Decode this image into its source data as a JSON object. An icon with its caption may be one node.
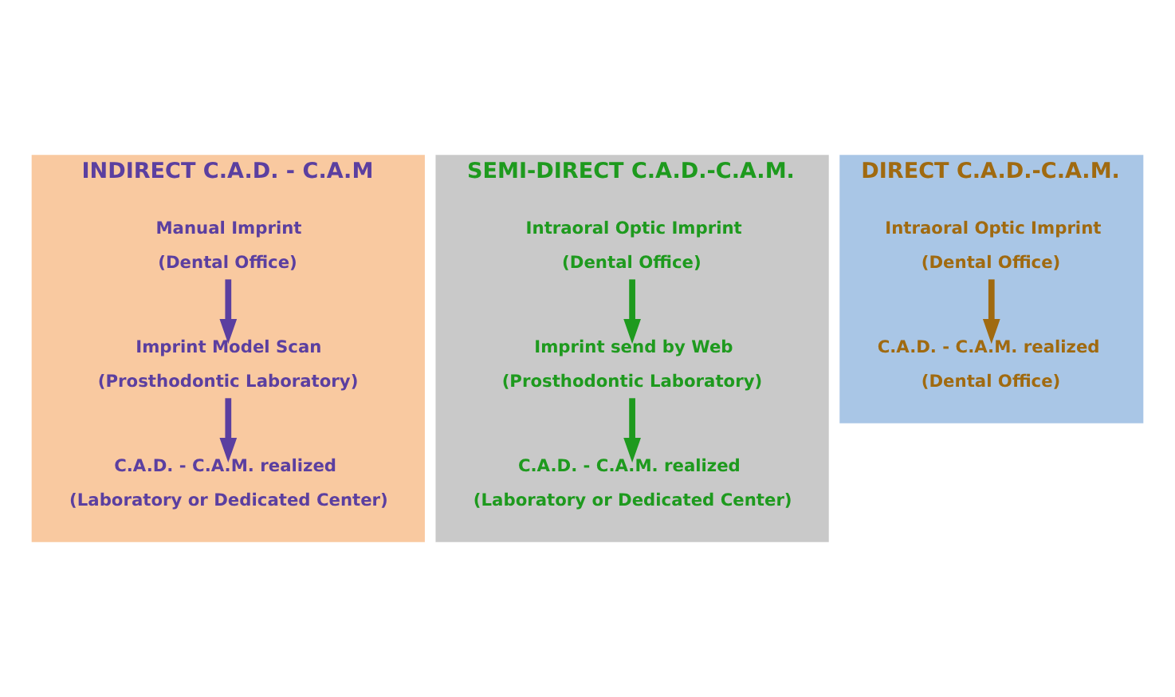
{
  "diagram": {
    "nodes": [
      {
        "text": [
          "INDIRECT C.A.D. - C.A.M"
        ]
      },
      {
        "text": [
          "Manual Imprint",
          "(Dental Office)"
        ],
        "in": 0
      },
      {
        "text": [
          "Imprint Model Scan",
          "(Prosthodontic Laboratory)"
        ],
        "in": 0
      },
      {
        "text": [
          "C.A.D. - C.A.M. realized",
          "(Laboratory or Dedicated Center)"
        ],
        "in": 0
      },
      {
        "text": [
          "SEMI-DIRECT C.A.D.-C.A.M."
        ]
      },
      {
        "text": [
          "Intraoral Optic Imprint",
          "(Dental Office)"
        ],
        "in": 4
      },
      {
        "text": [
          "Imprint send by Web",
          "(Prosthodontic Laboratory)"
        ],
        "in": 4
      },
      {
        "text": [
          "C.A.D. - C.A.M. realized",
          "(Laboratory or Dedicated Center)"
        ],
        "in": 4
      },
      {
        "text": [
          "DIRECT C.A.D.-C.A.M."
        ]
      },
      {
        "text": [
          "Intraoral Optic Imprint",
          "(Dental Office)"
        ],
        "in": 8
      },
      {
        "text": [
          "C.A.D. - C.A.M. realized",
          "(Dental Office)"
        ],
        "in": 8
      }
    ],
    "edges": [
      {
        "from": 1,
        "to": 2,
        "arrow": "to",
        "color": "#5b3fa0"
      },
      {
        "from": 2,
        "to": 3,
        "arrow": "to",
        "color": "#5b3fa0"
      },
      {
        "from": 5,
        "to": 6,
        "arrow": "to",
        "color": "#1e9a1e"
      },
      {
        "from": 6,
        "to": 7,
        "arrow": "to",
        "color": "#1e9a1e"
      },
      {
        "from": 9,
        "to": 10,
        "arrow": "to",
        "color": "#a06a10"
      }
    ]
  }
}
